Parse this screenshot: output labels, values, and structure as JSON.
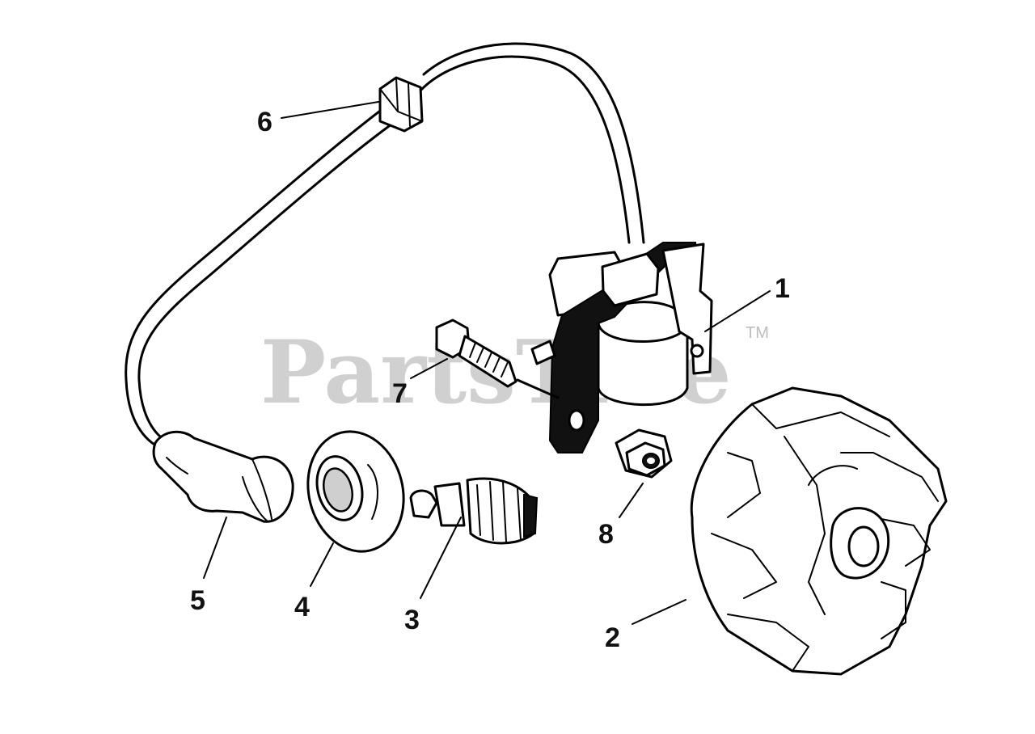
{
  "watermark": {
    "text": "PartsTree",
    "trademark": "TM"
  },
  "callouts": [
    {
      "number": "1",
      "part": "ignition-coil"
    },
    {
      "number": "2",
      "part": "flywheel"
    },
    {
      "number": "3",
      "part": "terminal"
    },
    {
      "number": "4",
      "part": "spark-plug-cover-ring"
    },
    {
      "number": "5",
      "part": "spark-plug-boot"
    },
    {
      "number": "6",
      "part": "grommet"
    },
    {
      "number": "7",
      "part": "bolt"
    },
    {
      "number": "8",
      "part": "flange-nut"
    }
  ],
  "colors": {
    "line": "#000000",
    "watermark": "#c8c8c8",
    "background": "#ffffff"
  }
}
